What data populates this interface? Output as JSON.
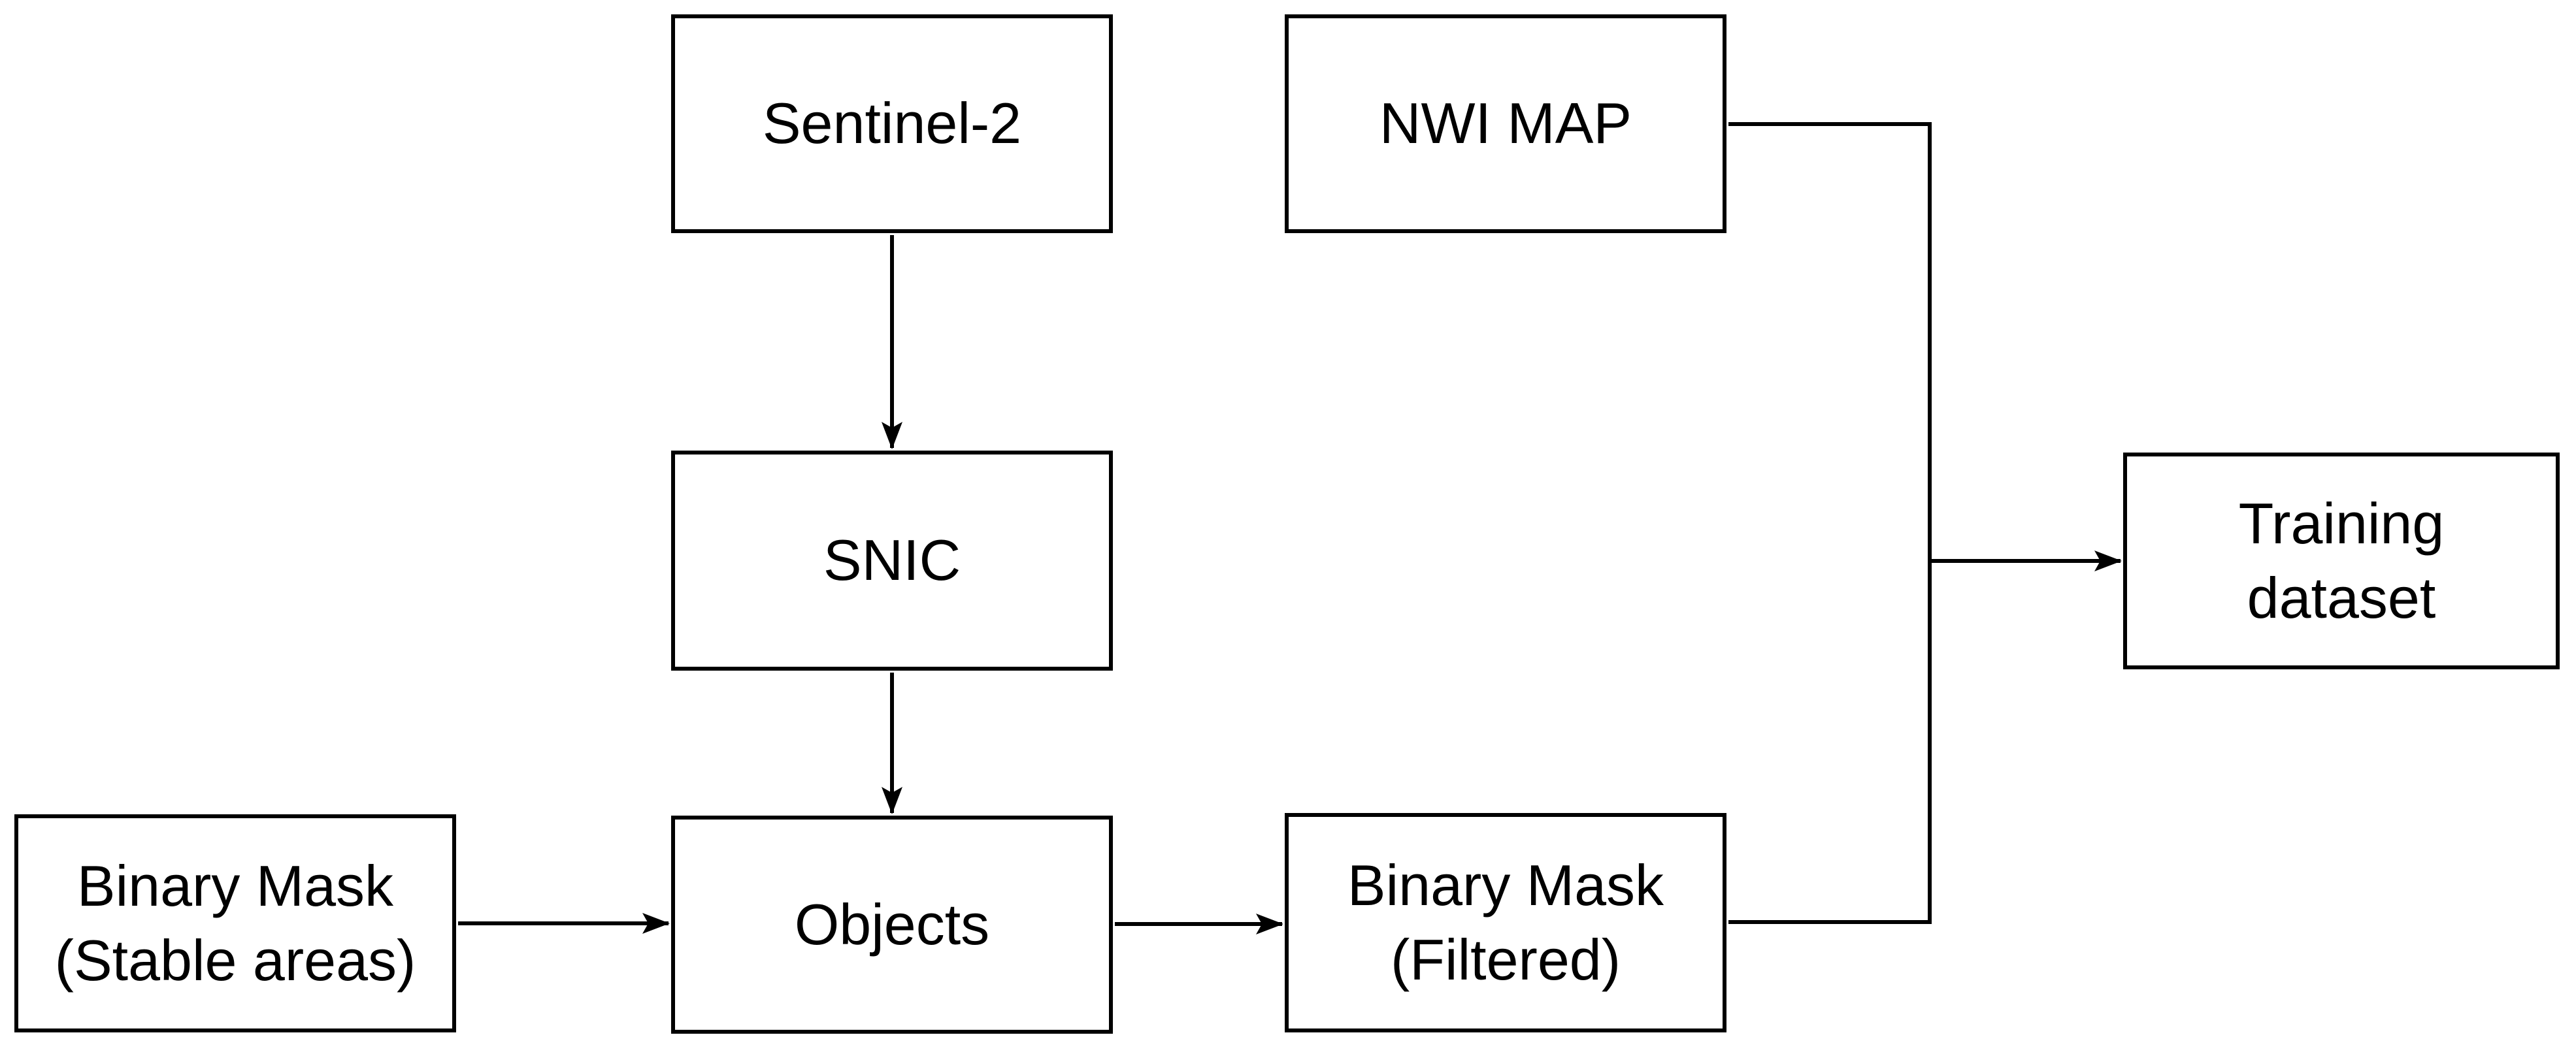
{
  "diagram": {
    "type": "flowchart",
    "colors": {
      "background": "#ffffff",
      "node_fill": "#ffffff",
      "stroke": "#000000",
      "text": "#000000"
    },
    "nodes": {
      "sentinel2": {
        "label": "Sentinel-2"
      },
      "nwi_map": {
        "label": "NWI MAP"
      },
      "snic": {
        "label": "SNIC"
      },
      "binary_mask_stable": {
        "label": "Binary Mask\n(Stable areas)"
      },
      "objects": {
        "label": "Objects"
      },
      "binary_mask_filtered": {
        "label": "Binary Mask\n(Filtered)"
      },
      "training_dataset": {
        "label": "Training\ndataset"
      }
    },
    "edges": [
      {
        "from": "Sentinel-2",
        "to": "SNIC",
        "style": "arrow"
      },
      {
        "from": "SNIC",
        "to": "Objects",
        "style": "arrow"
      },
      {
        "from": "Binary Mask (Stable areas)",
        "to": "Objects",
        "style": "arrow"
      },
      {
        "from": "Objects",
        "to": "Binary Mask (Filtered)",
        "style": "arrow"
      },
      {
        "from": "NWI MAP",
        "to": "Training dataset",
        "style": "arrow, elbow via right trunk"
      },
      {
        "from": "Binary Mask (Filtered)",
        "to": "Training dataset",
        "style": "arrow, elbow via right trunk"
      }
    ]
  }
}
